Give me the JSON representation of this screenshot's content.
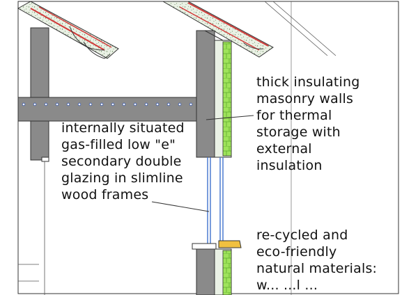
{
  "annotations": {
    "glazing": {
      "lines": [
        "internally situated",
        "gas-filled low \"e\"",
        "secondary double",
        "glazing in slimline",
        "wood frames"
      ]
    },
    "walls": {
      "lines": [
        "thick insulating",
        "masonry walls",
        "for thermal",
        "storage with",
        "external",
        "insulation"
      ]
    },
    "materials": {
      "lines": [
        "re-cycled and",
        "eco-friendly",
        "natural materials:",
        "w... ...l ..."
      ]
    }
  },
  "colors": {
    "masonry": "#8a8a8a",
    "insulation": "#9ee35a",
    "roof_fill": "#e6ede1",
    "tile_red": "#d23a3a",
    "glass": "#4a7bd0",
    "timber": "#f0c040",
    "outline": "#333333"
  }
}
